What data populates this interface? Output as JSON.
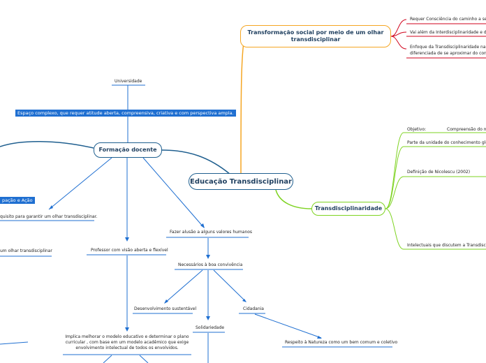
{
  "root": {
    "label": "Educação Transdisciplinar"
  },
  "formacao": {
    "label": "Formação docente",
    "universidade": "Universidade",
    "espaco": "Espaço complexo, que requer atitude aberta, compreensiva, criativa e com perspectiva ampla.",
    "acao_box": "pação e Ação",
    "requisito": "quisito para garantir um olhar transdisciplinar.",
    "olhar": "um olhar transdisciplinar",
    "professor": "Professor com visão aberta e flexível",
    "valores": "Fazer alusão a alguns valores humanos",
    "convivencia": "Necessários à boa convivência",
    "desenvolvimento": "Desenvolvimento sustentável",
    "cidadania": "Cidadania",
    "solidariedade": "Solidariedade",
    "natureza": "Respeito à Natureza como um bem comum e coletivo",
    "implica": [
      "Implica melhorar o modelo educativo e determinar o plano",
      "curricular , com base em um modelo acadêmico que exige",
      "envolvimento intelectual de todos os envolvidos."
    ]
  },
  "transformacao": {
    "label_line1": "Transformação social por meio de um olhar",
    "label_line2": "transdisciplinar",
    "items": [
      "Requer Consciência do caminho a segu",
      "Vai além da Interdisciplinaridade e da M",
      "Enfoque da Transdisciplinaridade na co",
      "diferenciada de se aproximar do conhe"
    ]
  },
  "transdisciplinaridade": {
    "label": "Transdisciplinaridade",
    "objetivo": "Objetivo:",
    "compreensao": "Compreensão do m",
    "unidade": "Parte da unidade do conhecimento globa",
    "nicolescu": "Definição de Nicolescu (2002)",
    "intelectuais": "Intelectuais que discutem a Transdiscipli"
  },
  "colors": {
    "orange": "#f5a623",
    "green": "#7ed321",
    "blue": "#1f5f8f",
    "red": "#d0021b",
    "box_blue": "#1f6fd1"
  }
}
